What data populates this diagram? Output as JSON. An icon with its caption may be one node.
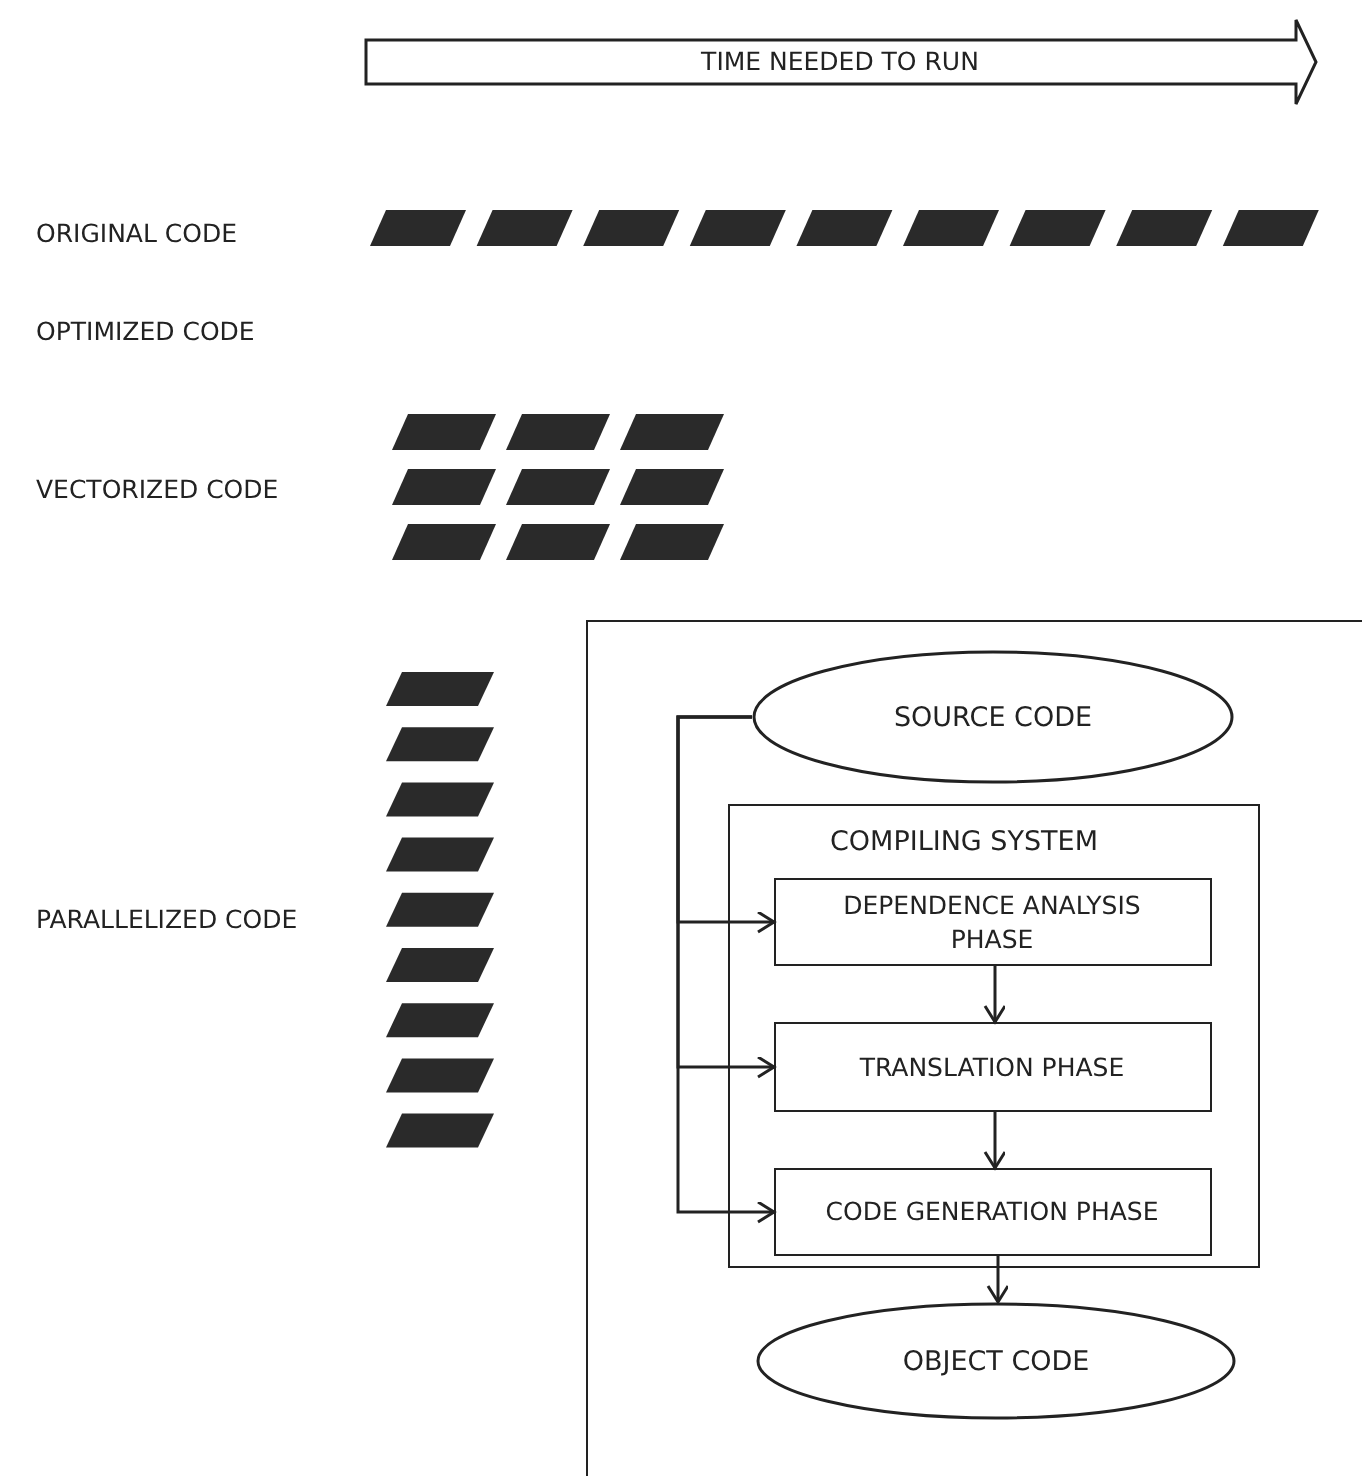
{
  "diagram": {
    "nodes": [
      {
        "text": [
          "SOURCE CODE"
        ]
      },
      {
        "text": [
          "COMPILING SYSTEM"
        ]
      },
      {
        "text": [
          "DEPENDENCE ANALYSIS PHASE"
        ],
        "in": 1
      },
      {
        "text": [
          "TRANSLATION PHASE"
        ],
        "in": 1
      },
      {
        "text": [
          "CODE GENERATION PHASE"
        ],
        "in": 1
      },
      {
        "text": [
          "OBJECT CODE"
        ]
      }
    ],
    "edges": [
      {
        "from": 0,
        "to": 2,
        "arrow": "to"
      },
      {
        "from": 0,
        "to": 3,
        "arrow": "to"
      },
      {
        "from": 0,
        "to": 4,
        "arrow": "to"
      },
      {
        "from": 2,
        "to": 3,
        "arrow": "to"
      },
      {
        "from": 3,
        "to": 4,
        "arrow": "to"
      },
      {
        "from": 4,
        "to": 5,
        "arrow": "to"
      }
    ],
    "labels": [
      "TIME NEEDED TO RUN",
      "ORIGINAL CODE",
      "OPTIMIZED CODE",
      "VECTORIZED CODE",
      "PARALLELIZED CODE"
    ]
  }
}
